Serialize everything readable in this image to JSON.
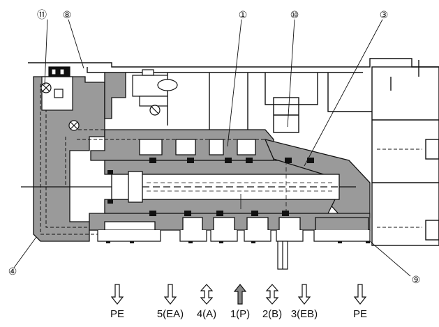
{
  "callouts": [
    {
      "id": "11",
      "label": "⑪"
    },
    {
      "id": "8",
      "label": "⑧"
    },
    {
      "id": "1",
      "label": "①"
    },
    {
      "id": "10",
      "label": "⑩"
    },
    {
      "id": "3",
      "label": "③"
    },
    {
      "id": "4",
      "label": "④"
    },
    {
      "id": "9",
      "label": "⑨"
    }
  ],
  "ports": [
    {
      "label": "PE",
      "arrow": "down"
    },
    {
      "label": "5(EA)",
      "arrow": "down"
    },
    {
      "label": "4(A)",
      "arrow": "both"
    },
    {
      "label": "1(P)",
      "arrow": "up-filled"
    },
    {
      "label": "2(B)",
      "arrow": "both"
    },
    {
      "label": "3(EB)",
      "arrow": "down"
    },
    {
      "label": "PE",
      "arrow": "down"
    }
  ],
  "colors": {
    "body_fill": "#9a9a9a",
    "line": "#111111",
    "background": "#ffffff",
    "seal": "#111111",
    "arrow_fill": "#888888"
  }
}
